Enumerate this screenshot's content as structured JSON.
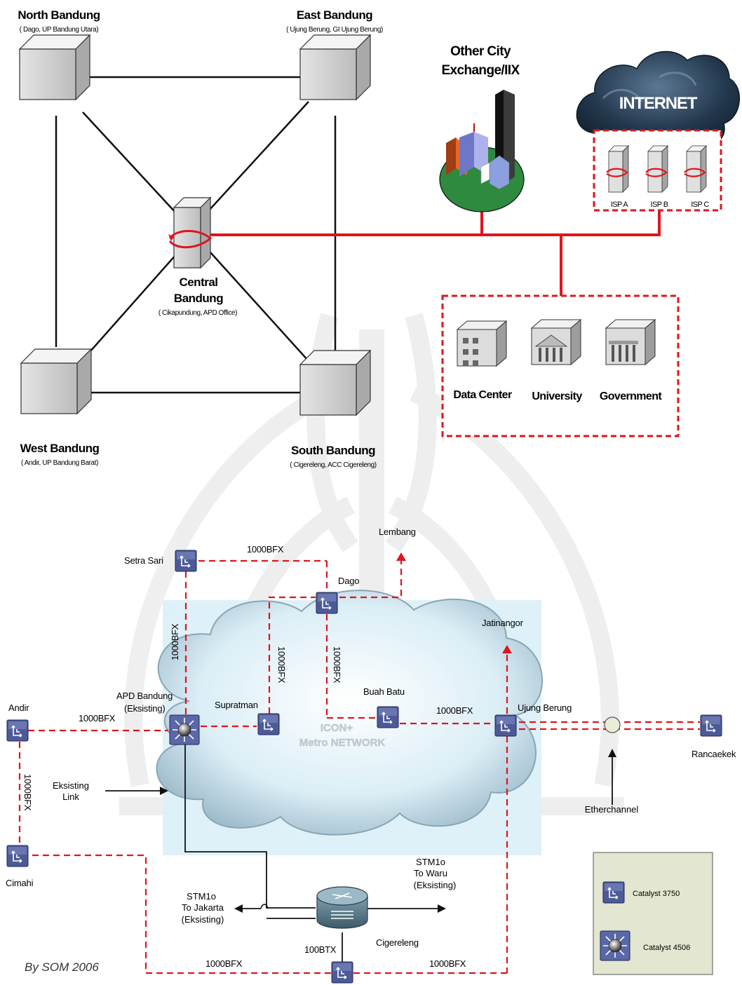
{
  "top": {
    "north": {
      "name": "North Bandung",
      "sub": "( Dago, UP Bandung Utara)"
    },
    "east": {
      "name": "East Bandung",
      "sub": "( Ujung Berung, GI Ujung Berung)"
    },
    "west": {
      "name": "West Bandung",
      "sub": "( Andir, UP Bandung Barat)"
    },
    "south": {
      "name": "South Bandung",
      "sub": "( Cigereleng, ACC Cigereleng)"
    },
    "central": {
      "line1": "Central",
      "line2": "Bandung",
      "sub": "( Cikapundung, APD Office)"
    },
    "other_city": {
      "line1": "Other City",
      "line2": "Exchange/IIX"
    },
    "internet": {
      "label": "INTERNET",
      "isps": [
        "ISP A",
        "ISP B",
        "ISP C"
      ]
    },
    "customers": [
      "Data Center",
      "University",
      "Government"
    ]
  },
  "bottom": {
    "nodes": {
      "setra_sari": "Setra Sari",
      "dago": "Dago",
      "lembang": "Lembang",
      "jatinangor": "Jatinangor",
      "apd_line1": "APD Bandung",
      "apd_line2": "(Eksisting)",
      "andir": "Andir",
      "supratman": "Supratman",
      "buah_batu": "Buah Batu",
      "ujung_berung": "Ujung Berung",
      "rancaekek": "Rancaekek",
      "cimahi": "Cimahi",
      "cigereleng": "Cigereleng"
    },
    "cloud_line1": "ICON+",
    "cloud_line2": "Metro NETWORK",
    "links": {
      "setra_top": "1000BFX",
      "setra_vert": "1000BFX",
      "supratman_vert": "1000BFX",
      "dago_vert": "1000BFX",
      "andir_apd": "1000BFX",
      "buah_ujung": "1000BFX",
      "andir_cimahi": "1000BFX",
      "cig_left": "1000BFX",
      "cig_right": "1000BFX",
      "cig_up": "100BTX"
    },
    "eksisting_line1": "Eksisting",
    "eksisting_line2": "Link",
    "etherchannel": "Etherchannel",
    "stm_jakarta": [
      "STM1o",
      "To Jakarta",
      "(Eksisting)"
    ],
    "stm_waru": [
      "STM1o",
      "To Waru",
      "(Eksisting)"
    ],
    "legend": {
      "item1": "Catalyst 3750",
      "item2": "Catalyst 4506"
    },
    "credit": "By SOM 2006"
  },
  "colors": {
    "link_red": "#e0141c",
    "legend_bg": "#e3e6d0",
    "switch_blue": "#4d5a98",
    "cloud_sky": "#dff1f8"
  }
}
